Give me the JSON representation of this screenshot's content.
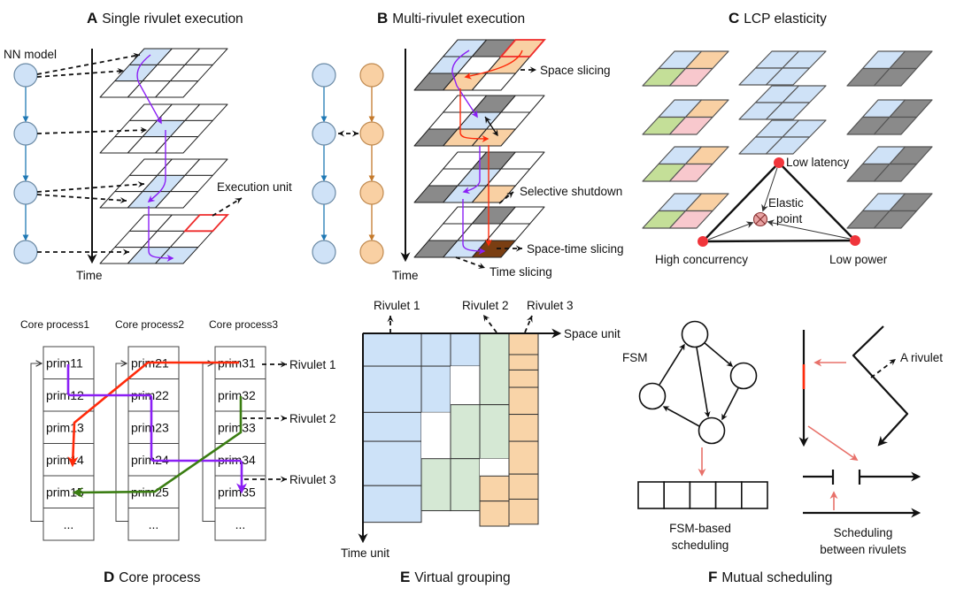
{
  "colors": {
    "blue": "#cfe2f7",
    "orange": "#f9d0a3",
    "gray": "#8a8a8a",
    "white": "#ffffff",
    "green": "#c4df98",
    "pink": "#f8c8cd",
    "brown": "#7a3e12",
    "e_blue": "#cde2f8",
    "e_green": "#d5e8d4",
    "e_orange": "#f9d4a8",
    "red_path": "#ff2a0a",
    "purple_path": "#8b1ff5",
    "green_path": "#3a7d12",
    "vertex_red": "#f0353b",
    "salmon": "#e8716a"
  },
  "panelA": {
    "letter": "A",
    "title": "Single rivulet execution",
    "nn_model_label": "NN model",
    "time_label": "Time",
    "execution_unit_label": "Execution unit",
    "layers": [
      [
        [
          "blue",
          "white",
          "white"
        ],
        [
          "blue",
          "white",
          "white"
        ],
        [
          "white",
          "white",
          "white"
        ]
      ],
      [
        [
          "white",
          "white",
          "white"
        ],
        [
          "white",
          "blue",
          "white"
        ],
        [
          "white",
          "white",
          "white"
        ]
      ],
      [
        [
          "white",
          "white",
          "white"
        ],
        [
          "white",
          "blue",
          "white"
        ],
        [
          "white",
          "blue",
          "white"
        ]
      ],
      [
        [
          "white",
          "white",
          "white"
        ],
        [
          "white",
          "white",
          "white"
        ],
        [
          "white",
          "blue",
          "blue"
        ]
      ]
    ],
    "outlined_cells": [
      {
        "layer": 3,
        "row": 0,
        "col": 2
      }
    ]
  },
  "panelB": {
    "letter": "B",
    "title": "Multi-rivulet execution",
    "time_label": "Time",
    "space_slicing_label": "Space slicing",
    "selective_shutdown_label": "Selective shutdown",
    "space_time_slicing_label": "Space-time slicing",
    "time_slicing_label": "Time slicing",
    "layers": [
      [
        [
          "blue",
          "gray",
          "orange"
        ],
        [
          "blue",
          "white",
          "orange"
        ],
        [
          "gray",
          "orange",
          "white"
        ]
      ],
      [
        [
          "white",
          "gray",
          "white"
        ],
        [
          "white",
          "blue",
          "white"
        ],
        [
          "gray",
          "orange",
          "orange"
        ]
      ],
      [
        [
          "white",
          "gray",
          "white"
        ],
        [
          "white",
          "blue",
          "white"
        ],
        [
          "gray",
          "blue",
          "orange"
        ]
      ],
      [
        [
          "white",
          "gray",
          "white"
        ],
        [
          "white",
          "white",
          "white"
        ],
        [
          "gray",
          "blue",
          "brown"
        ]
      ]
    ],
    "outlined_cells": [
      {
        "layer": 0,
        "row": 0,
        "col": 2
      }
    ]
  },
  "panelC": {
    "letter": "C",
    "title": "LCP elasticity",
    "low_latency_label": "Low latency",
    "high_concurrency_label": "High concurrency",
    "low_power_label": "Low power",
    "elastic_label_1": "Elastic",
    "elastic_label_2": "point",
    "left_group": [
      [
        [
          "blue",
          "orange"
        ],
        [
          "green",
          "pink"
        ]
      ],
      [
        [
          "blue",
          "orange"
        ],
        [
          "green",
          "pink"
        ]
      ],
      [
        [
          "blue",
          "orange"
        ],
        [
          "green",
          "pink"
        ]
      ],
      [
        [
          "blue",
          "orange"
        ],
        [
          "green",
          "pink"
        ]
      ]
    ],
    "middle_group": [
      [
        [
          "blue",
          "blue"
        ],
        [
          "blue",
          "blue"
        ]
      ],
      [
        [
          "blue",
          "blue"
        ],
        [
          "blue",
          "blue"
        ]
      ],
      [
        [
          "blue",
          "blue"
        ],
        [
          "blue",
          "blue"
        ]
      ]
    ],
    "right_group": [
      [
        [
          "blue",
          "gray"
        ],
        [
          "gray",
          "gray"
        ]
      ],
      [
        [
          "blue",
          "gray"
        ],
        [
          "gray",
          "gray"
        ]
      ],
      [
        [
          "blue",
          "gray"
        ],
        [
          "gray",
          "gray"
        ]
      ],
      [
        [
          "blue",
          "gray"
        ],
        [
          "gray",
          "gray"
        ]
      ]
    ]
  },
  "panelD": {
    "letter": "D",
    "title": "Core process",
    "columns": [
      {
        "header": "Core process1",
        "cells": [
          "prim11",
          "prim12",
          "prim13",
          "prim14",
          "prim15",
          "..."
        ]
      },
      {
        "header": "Core process2",
        "cells": [
          "prim21",
          "prim22",
          "prim23",
          "prim24",
          "prim25",
          "..."
        ]
      },
      {
        "header": "Core process3",
        "cells": [
          "prim31",
          "prim32",
          "prim33",
          "prim34",
          "prim35",
          "..."
        ]
      }
    ],
    "rivulets": [
      "Rivulet 1",
      "Rivulet 2",
      "Rivulet 3"
    ]
  },
  "panelE": {
    "letter": "E",
    "title": "Virtual grouping",
    "space_axis_label": "Space unit",
    "time_axis_label": "Time unit",
    "rivulets": [
      "Rivulet 1",
      "Rivulet 2",
      "Rivulet 3"
    ],
    "columns": [
      {
        "space_units": 2,
        "segments": [
          [
            "e_blue",
            17
          ],
          [
            "e_blue",
            24
          ],
          [
            "e_blue",
            15
          ],
          [
            "e_blue",
            23
          ],
          [
            "e_blue",
            19
          ]
        ]
      },
      {
        "space_units": 1,
        "segments": [
          [
            "e_blue",
            17
          ],
          [
            "e_blue",
            24
          ],
          [
            "white",
            24
          ],
          [
            "e_green",
            27
          ]
        ]
      },
      {
        "space_units": 1,
        "segments": [
          [
            "e_blue",
            17
          ],
          [
            "white",
            20
          ],
          [
            "e_green",
            28
          ],
          [
            "e_green",
            27
          ]
        ]
      },
      {
        "space_units": 1,
        "segments": [
          [
            "e_green",
            37
          ],
          [
            "e_green",
            28
          ],
          [
            "white",
            9
          ],
          [
            "e_orange",
            13
          ],
          [
            "e_orange",
            13
          ]
        ]
      },
      {
        "space_units": 1,
        "segments": [
          [
            "e_orange",
            11
          ],
          [
            "e_orange",
            8
          ],
          [
            "e_orange",
            9
          ],
          [
            "e_orange",
            14
          ],
          [
            "e_orange",
            14
          ],
          [
            "e_orange",
            17
          ],
          [
            "e_orange",
            13
          ],
          [
            "e_orange",
            13
          ]
        ]
      }
    ]
  },
  "panelF": {
    "letter": "F",
    "title": "Mutual scheduling",
    "fsm_label": "FSM",
    "fsm_caption_1": "FSM-based",
    "fsm_caption_2": "scheduling",
    "a_rivulet_label": "A rivulet",
    "between_caption_1": "Scheduling",
    "between_caption_2": "between rivulets",
    "queue_cells": 5
  }
}
